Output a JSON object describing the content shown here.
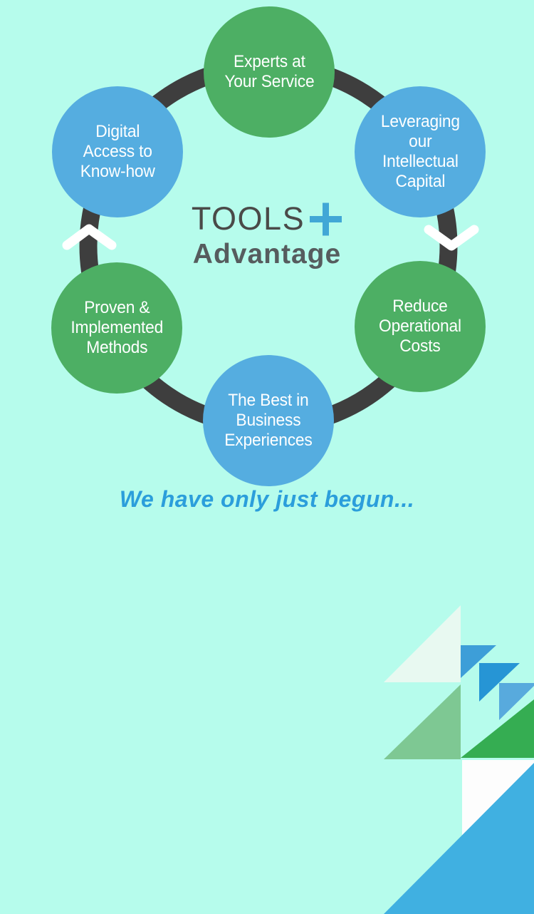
{
  "colors": {
    "background": "#b6fcec",
    "ring": "#3e3e3e",
    "chevron": "#ffffff",
    "green_circle": "#4daf64",
    "blue_circle": "#55ade0",
    "circle_text": "#ffffff",
    "title_text": "#4a4a48",
    "plus": "#41a7d6",
    "subtitle_text": "#565c5e",
    "tagline_text": "#2b9edb",
    "tri_pale": "#e8f9f1",
    "tri_blue_a": "#3d9ed8",
    "tri_blue_b": "#2695d5",
    "tri_blue_c": "#58aadd",
    "tri_green_light": "#7ec893",
    "tri_green_dark": "#35ad52",
    "tri_white": "#fdfdfd",
    "tri_blue_big": "#40b0e1"
  },
  "center": {
    "title": "TOOLS",
    "subtitle": "Advantage",
    "plus_icon": "plus"
  },
  "nodes": {
    "top": {
      "color": "green",
      "lines": [
        "Experts at",
        "Your Service"
      ]
    },
    "top_left": {
      "color": "blue",
      "lines": [
        "Digital",
        "Access to",
        "Know-how"
      ]
    },
    "top_right": {
      "color": "blue",
      "lines": [
        "Leveraging",
        "our",
        "Intellectual",
        "Capital"
      ]
    },
    "bottom_left": {
      "color": "green",
      "lines": [
        "Proven &",
        "Implemented",
        "Methods"
      ]
    },
    "bottom_right": {
      "color": "green",
      "lines": [
        "Reduce",
        "Operational",
        "Costs"
      ]
    },
    "bottom": {
      "color": "blue",
      "lines": [
        "The Best in",
        "Business",
        "Experiences"
      ]
    }
  },
  "tagline": "We have only just begun..."
}
